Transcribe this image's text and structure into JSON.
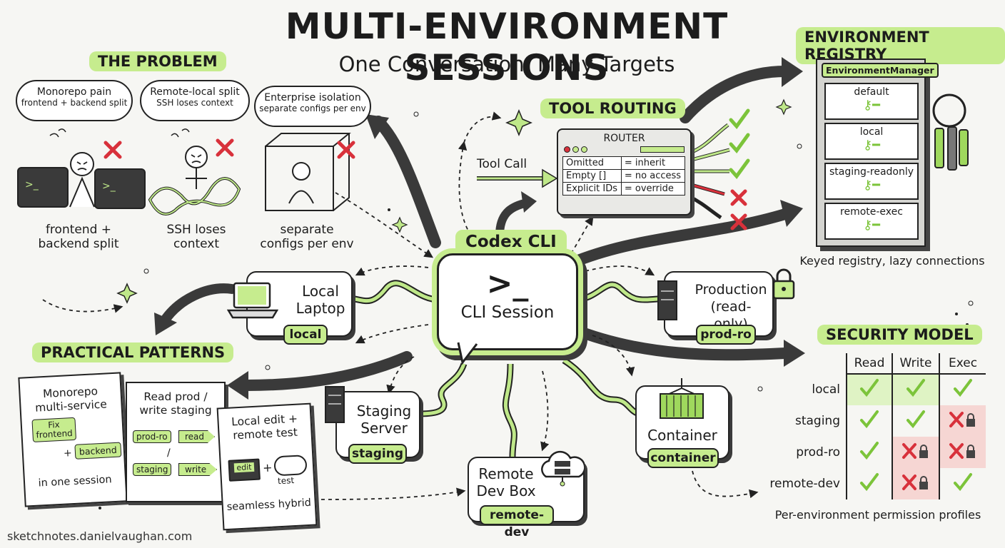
{
  "header": {
    "title": "MULTI-ENVIRONMENT SESSIONS",
    "subtitle": "One Conversation, Many Targets"
  },
  "problem": {
    "heading": "THE PROBLEM",
    "items": [
      {
        "bubble_title": "Monorepo pain",
        "bubble_sub": "frontend + backend split",
        "caption": "frontend +\nbackend split"
      },
      {
        "bubble_title": "Remote-local split",
        "bubble_sub": "SSH loses context",
        "caption": "SSH loses\ncontext"
      },
      {
        "bubble_title": "Enterprise isolation",
        "bubble_sub": "separate configs per env",
        "caption": "separate\nconfigs per env"
      }
    ]
  },
  "routing": {
    "heading": "TOOL ROUTING",
    "tool_call": "Tool Call",
    "router_label": "ROUTER",
    "rows": [
      {
        "input": "Omitted",
        "result": "= inherit"
      },
      {
        "input": "Empty []",
        "result": "= no access"
      },
      {
        "input": "Explicit IDs",
        "result": "= override"
      }
    ]
  },
  "registry": {
    "heading": "ENVIRONMENT REGISTRY",
    "manager": "EnvironmentManager",
    "drawers": [
      "default",
      "local",
      "staging-readonly",
      "remote-exec"
    ],
    "caption": "Keyed registry, lazy connections"
  },
  "center": {
    "label": "Codex CLI",
    "prompt": ">_",
    "session": "CLI Session"
  },
  "environments": {
    "local": {
      "name": "Local\nLaptop",
      "tag": "local"
    },
    "production": {
      "name": "Production\n(read-only)",
      "tag": "prod-ro"
    },
    "staging": {
      "name": "Staging\nServer",
      "tag": "staging"
    },
    "remote": {
      "name": "Remote\nDev Box",
      "tag": "remote-dev"
    },
    "container": {
      "name": "Container",
      "tag": "container"
    }
  },
  "patterns": {
    "heading": "PRACTICAL PATTERNS",
    "card1": {
      "title": "Monorepo\nmulti-service",
      "a": "Fix\nfrontend",
      "plus": "+",
      "b": "backend",
      "foot": "in one session"
    },
    "card2": {
      "title": "Read prod /\nwrite staging",
      "row1_env": "prod-ro",
      "row1_op": "read",
      "slash": "/",
      "row2_env": "staging",
      "row2_op": "write"
    },
    "card3": {
      "title": "Local edit +\nremote test",
      "edit": "edit",
      "plus": "+",
      "test": "test",
      "foot": "seamless hybrid"
    }
  },
  "security": {
    "heading": "SECURITY MODEL",
    "columns": [
      "Read",
      "Write",
      "Exec"
    ],
    "rows": [
      {
        "env": "local",
        "perms": [
          "allow",
          "allow",
          "allow"
        ]
      },
      {
        "env": "staging",
        "perms": [
          "allow",
          "allow",
          "deny"
        ]
      },
      {
        "env": "prod-ro",
        "perms": [
          "allow",
          "deny",
          "deny"
        ]
      },
      {
        "env": "remote-dev",
        "perms": [
          "allow",
          "deny",
          "allow"
        ]
      }
    ],
    "caption": "Per-environment permission profiles"
  },
  "footer": {
    "credit": "sketchnotes.danielvaughan.com"
  },
  "colors": {
    "accent": "#c6ec8e",
    "accent_strong": "#7cc43a",
    "deny": "#d8313b",
    "ink": "#222222"
  }
}
